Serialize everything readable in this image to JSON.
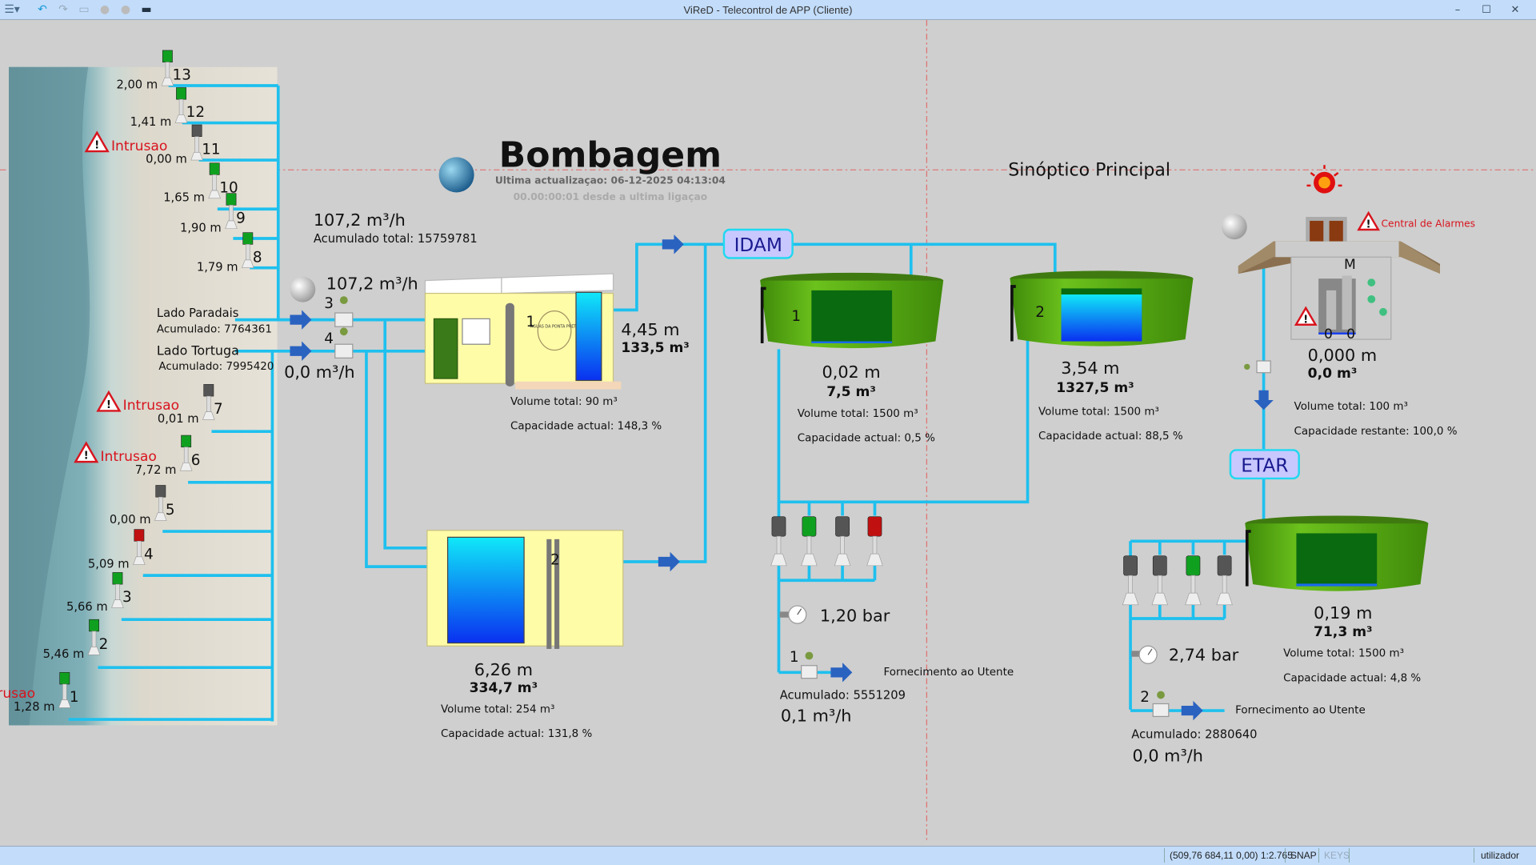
{
  "window": {
    "title": "ViReD - Telecontrol de APP (Cliente)",
    "toolbar": [
      "menu-icon",
      "undo-icon",
      "redo-icon",
      "document-icon",
      "circle-button-icon",
      "circle-button-icon",
      "keyboard-icon"
    ]
  },
  "header": {
    "title": "Bombagem",
    "last_update": "Ultima actualizaçao: 06-12-2025 04:13:04",
    "since_last": "00.00:00:01 desde a ultima ligaçao",
    "view_name": "Sinóptico Principal"
  },
  "wells": [
    {
      "id": "13",
      "level": "2,00 m",
      "status": "green",
      "alarm": ""
    },
    {
      "id": "12",
      "level": "1,41 m",
      "status": "green",
      "alarm": ""
    },
    {
      "id": "11",
      "level": "0,00 m",
      "status": "gray",
      "alarm": "Intrusao"
    },
    {
      "id": "10",
      "level": "1,65 m",
      "status": "green",
      "alarm": ""
    },
    {
      "id": "9",
      "level": "1,90 m",
      "status": "green",
      "alarm": ""
    },
    {
      "id": "8",
      "level": "1,79 m",
      "status": "green",
      "alarm": ""
    },
    {
      "id": "7",
      "level": "0,01 m",
      "status": "gray",
      "alarm": "Intrusao"
    },
    {
      "id": "6",
      "level": "7,72 m",
      "status": "green",
      "alarm": "Intrusao"
    },
    {
      "id": "5",
      "level": "0,00 m",
      "status": "gray",
      "alarm": ""
    },
    {
      "id": "4",
      "level": "5,09 m",
      "status": "red",
      "alarm": ""
    },
    {
      "id": "3",
      "level": "5,66 m",
      "status": "green",
      "alarm": ""
    },
    {
      "id": "2",
      "level": "5,46 m",
      "status": "green",
      "alarm": ""
    },
    {
      "id": "1",
      "level": "1,28 m",
      "status": "green",
      "alarm": "Intrusao"
    }
  ],
  "intake": {
    "total_flow": "107,2 m³/h",
    "total_accumulated": "Acumulado total: 15759781",
    "meter3_flow": "107,2 m³/h",
    "meter3_id": "3",
    "meter4_id": "4",
    "meter4_flow": "0,0 m³/h",
    "side_a_label": "Lado Paradais",
    "side_a_accumulated": "Acumulado: 7764361",
    "side_b_label": "Lado Tortuga",
    "side_b_accumulated": "Acumulado: 7995420"
  },
  "reservoir1": {
    "id": "1",
    "sign": "AGUAS DA PONTA PRETA",
    "level": "4,45 m",
    "volume": "133,5 m³",
    "total": "Volume total: 90 m³",
    "capacity": "Capacidade actual: 148,3 %",
    "fill_pct": 100
  },
  "reservoir2": {
    "id": "2",
    "level": "6,26 m",
    "volume": "334,7 m³",
    "total": "Volume total: 254 m³",
    "capacity": "Capacidade actual: 131,8 %",
    "fill_pct": 100
  },
  "idam": {
    "label": "IDAM"
  },
  "etar": {
    "label": "ETAR"
  },
  "tank1": {
    "id": "1",
    "level": "0,02 m",
    "volume": "7,5 m³",
    "total": "Volume total: 1500 m³",
    "capacity": "Capacidade actual: 0,5 %",
    "fill_pct": 0.5
  },
  "tank2": {
    "id": "2",
    "level": "3,54 m",
    "volume": "1327,5 m³",
    "total": "Volume total: 1500 m³",
    "capacity": "Capacidade actual: 88,5 %",
    "fill_pct": 88.5
  },
  "tank3": {
    "level": "0,19 m",
    "volume": "71,3 m³",
    "total": "Volume total: 1500 m³",
    "capacity": "Capacidade actual: 4,8 %",
    "fill_pct": 4.8
  },
  "wastewater": {
    "alarm_label": "Central de Alarmes",
    "motor_label": "M",
    "pump_a": "0",
    "pump_b": "0",
    "level": "0,000 m",
    "volume": "0,0 m³",
    "total": "Volume total: 100 m³",
    "capacity": "Capacidade restante: 100,0 %"
  },
  "supply1": {
    "pumps": [
      "gray",
      "green",
      "gray",
      "red"
    ],
    "pressure": "1,20 bar",
    "meter_id": "1",
    "destination": "Fornecimento ao Utente",
    "accumulated": "Acumulado: 5551209",
    "flow": "0,1 m³/h"
  },
  "supply2": {
    "pumps": [
      "gray",
      "gray",
      "green",
      "gray"
    ],
    "pressure": "2,74 bar",
    "meter_id": "2",
    "destination": "Fornecimento ao Utente",
    "accumulated": "Acumulado: 2880640",
    "flow": "0,0 m³/h"
  },
  "colors": {
    "pipe": "#1ec0ee",
    "background": "#cfcfcf",
    "alarm": "#d8141e",
    "pump_green": "#10a020",
    "pump_red": "#c01010",
    "pump_gray": "#555555",
    "tank_green": "#55aa10",
    "water_blue": "#0a40f0"
  },
  "status": {
    "coords": "(509,76 684,11 0,00) 1:2.765",
    "snap": "SNAP",
    "keys": "KEYS",
    "user": "utilizador"
  }
}
